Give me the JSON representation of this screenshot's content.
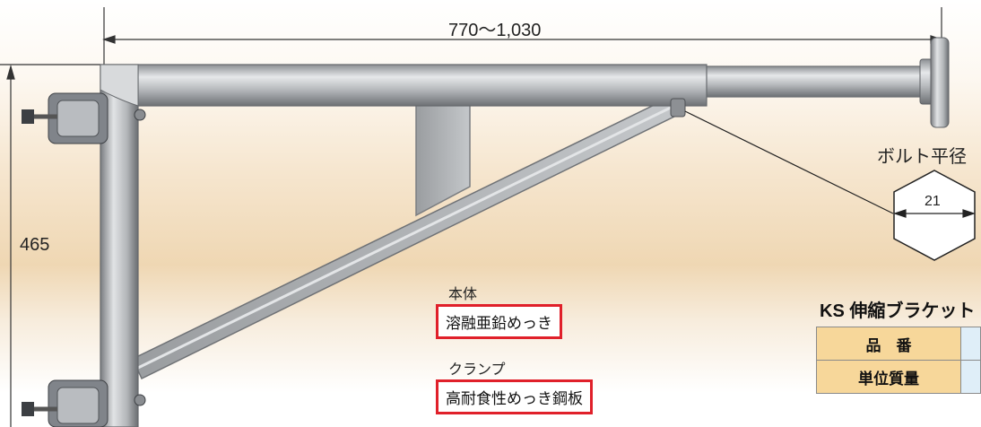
{
  "dimensions": {
    "width_range": "770～1,030",
    "height": "465"
  },
  "bolt": {
    "title": "ボルト平径",
    "size": "21"
  },
  "materials": [
    {
      "part": "本体",
      "finish": "溶融亜鉛めっき"
    },
    {
      "part": "クランプ",
      "finish": "高耐食性めっき鋼板"
    }
  ],
  "spec_table": {
    "title": "KS 伸縮ブラケット",
    "rows": [
      {
        "header": "品　番"
      },
      {
        "header": "単位質量"
      }
    ]
  },
  "colors": {
    "highlight_border": "#e0202a",
    "table_header": "#f7d79a",
    "table_cell": "#dfeef8"
  }
}
